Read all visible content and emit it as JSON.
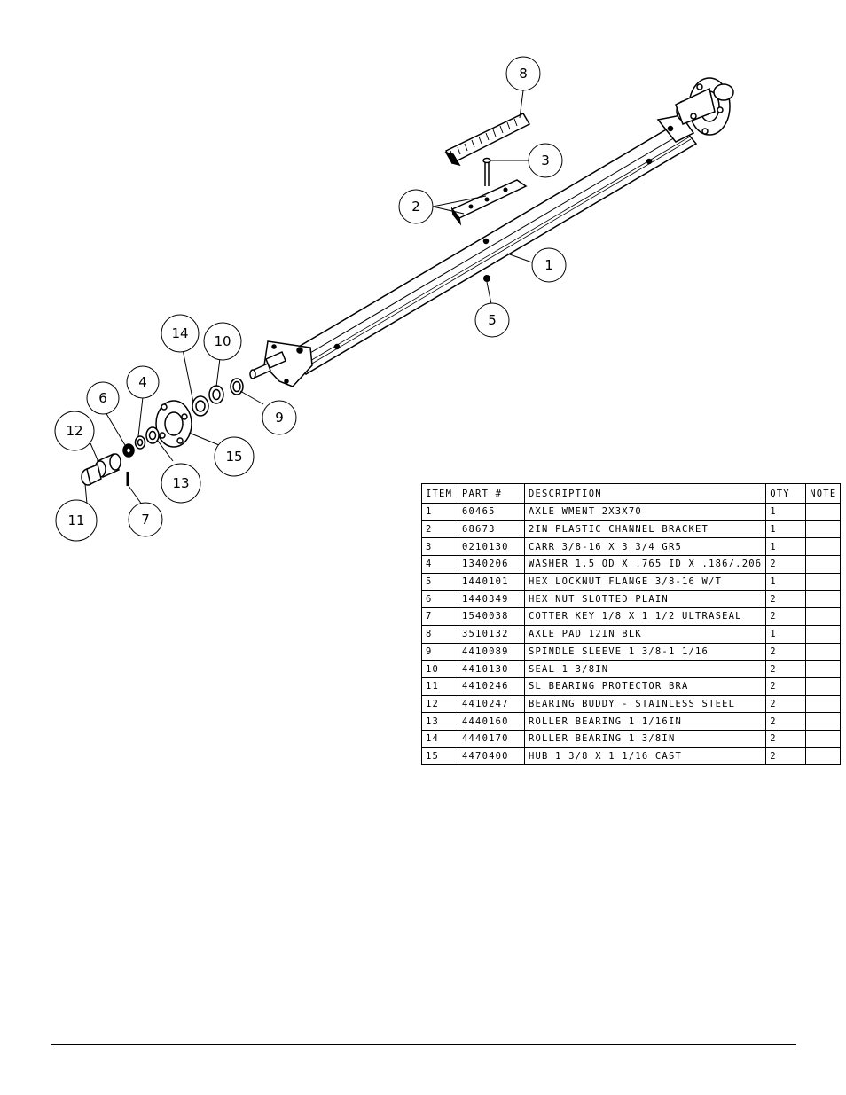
{
  "callouts": [
    {
      "item": "8"
    },
    {
      "item": "3"
    },
    {
      "item": "2"
    },
    {
      "item": "1"
    },
    {
      "item": "5"
    },
    {
      "item": "14"
    },
    {
      "item": "10"
    },
    {
      "item": "4"
    },
    {
      "item": "6"
    },
    {
      "item": "12"
    },
    {
      "item": "9"
    },
    {
      "item": "15"
    },
    {
      "item": "13"
    },
    {
      "item": "11"
    },
    {
      "item": "7"
    }
  ],
  "table": {
    "headers": [
      "ITEM",
      "PART #",
      "DESCRIPTION",
      "QTY",
      "NOTE"
    ],
    "rows": [
      [
        "1",
        "60465",
        "AXLE WMENT   2X3X70",
        "1",
        ""
      ],
      [
        "2",
        "68673",
        "2IN PLASTIC CHANNEL BRACKET",
        "1",
        ""
      ],
      [
        "3",
        "0210130",
        "CARR 3/8-16 X 3 3/4 GR5",
        "1",
        ""
      ],
      [
        "4",
        "1340206",
        "WASHER 1.5 OD X .765 ID X .186/.206",
        "2",
        ""
      ],
      [
        "5",
        "1440101",
        "HEX LOCKNUT FLANGE 3/8-16 W/T",
        "1",
        ""
      ],
      [
        "6",
        "1440349",
        "HEX NUT SLOTTED PLAIN",
        "2",
        ""
      ],
      [
        "7",
        "1540038",
        "COTTER KEY 1/8 X 1 1/2 ULTRASEAL",
        "2",
        ""
      ],
      [
        "8",
        "3510132",
        "AXLE PAD 12IN  BLK",
        "1",
        ""
      ],
      [
        "9",
        "4410089",
        "SPINDLE SLEEVE  1 3/8-1 1/16",
        "2",
        ""
      ],
      [
        "10",
        "4410130",
        "SEAL  1 3/8IN",
        "2",
        ""
      ],
      [
        "11",
        "4410246",
        "SL BEARING PROTECTOR BRA",
        "2",
        ""
      ],
      [
        "12",
        "4410247",
        "BEARING BUDDY - STAINLESS STEEL",
        "2",
        ""
      ],
      [
        "13",
        "4440160",
        "ROLLER BEARING   1 1/16IN",
        "2",
        ""
      ],
      [
        "14",
        "4440170",
        "ROLLER BEARING   1 3/8IN",
        "2",
        ""
      ],
      [
        "15",
        "4470400",
        "HUB   1 3/8 X 1 1/16 CAST",
        "2",
        ""
      ]
    ]
  }
}
